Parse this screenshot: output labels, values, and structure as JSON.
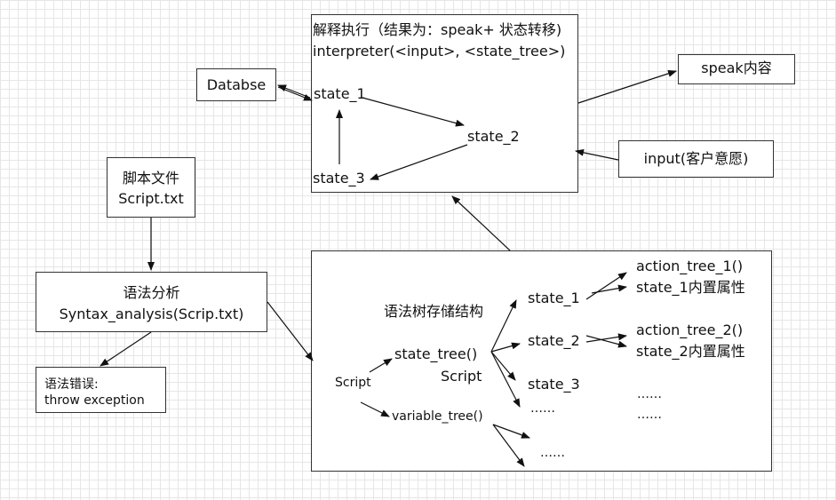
{
  "interpreter": {
    "line1": "解释执行（结果为：speak+ 状态转移)",
    "line2": "interpreter(<input>, <state_tree>)",
    "state1": "state_1",
    "state2": "state_2",
    "state3": "state_3"
  },
  "database": {
    "label": "Databse"
  },
  "speak": {
    "label": "speak内容"
  },
  "input": {
    "label": "input(客户意愿)"
  },
  "script_file": {
    "line1": "脚本文件",
    "line2": "Script.txt"
  },
  "syntax": {
    "line1": "语法分析",
    "line2": "Syntax_analysis(Scrip.txt)"
  },
  "syntax_error": {
    "line1": "语法错误:",
    "line2": "throw exception"
  },
  "tree": {
    "title": "语法树存储结构",
    "script_label": "Script",
    "state_tree": "state_tree()",
    "state_tree_sub": "Script",
    "variable_tree": "variable_tree()",
    "state_1": "state_1",
    "state_2": "state_2",
    "state_3": "state_3",
    "state_more": "……",
    "action_tree_1": "action_tree_1()",
    "state_1_attr": "state_1内置属性",
    "action_tree_2": "action_tree_2()",
    "state_2_attr": "state_2内置属性",
    "dots_a": "……",
    "dots_b": "……",
    "var_more": "……"
  }
}
